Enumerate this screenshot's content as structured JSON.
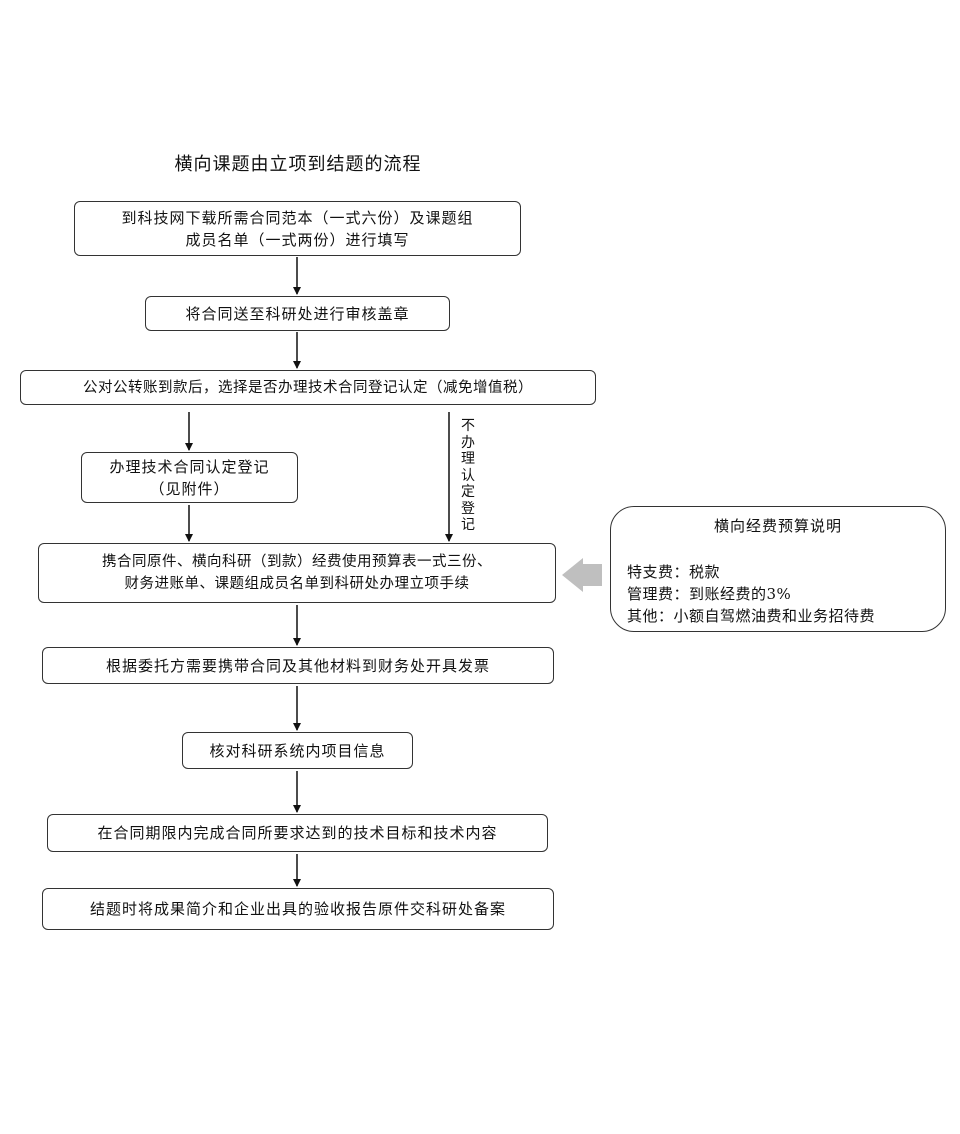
{
  "title": "横向课题由立项到结题的流程",
  "steps": {
    "download": [
      "到科技网下载所需合同范本（一式六份）及课题组",
      "成员名单（一式两份）进行填写"
    ],
    "seal": "将合同送至科研处进行审核盖章",
    "decision": "公对公转账到款后，选择是否办理技术合同登记认定（减免增值税）",
    "register": [
      "办理技术合同认定登记",
      "（见附件）"
    ],
    "no_branch": "不办理认定登记",
    "project": [
      "携合同原件、横向科研（到款）经费使用预算表一式三份、",
      "财务进账单、课题组成员名单到科研处办理立项手续"
    ],
    "invoice": "根据委托方需要携带合同及其他材料到财务处开具发票",
    "verify": "核对科研系统内项目信息",
    "complete": "在合同期限内完成合同所要求达到的技术目标和技术内容",
    "closing": "结题时将成果简介和企业出具的验收报告原件交科研处备案"
  },
  "budget": {
    "title": "横向经费预算说明",
    "lines": [
      "特支费：税款",
      "管理费：到账经费的3%",
      "其他：小额自驾燃油费和业务招待费"
    ]
  },
  "colors": {
    "line": "#111111",
    "border": "#333333",
    "side_arrow": "#bfbfbf"
  }
}
